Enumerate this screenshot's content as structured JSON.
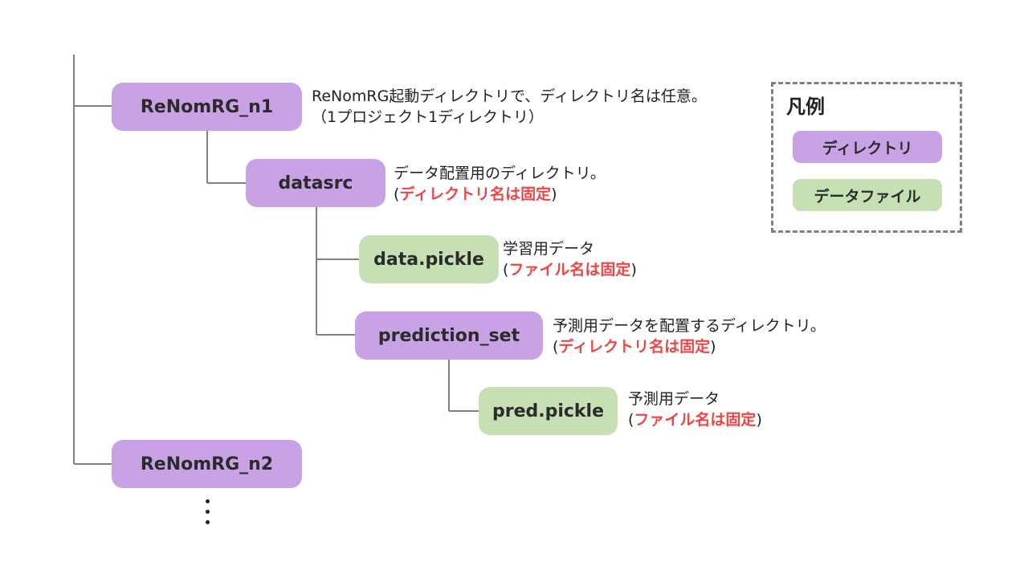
{
  "colors": {
    "directory": "#c8a2e4",
    "data_file": "#c6e0b4",
    "emphasis": "#ee4444",
    "connector": "#808080"
  },
  "nodes": {
    "renomrg_n1": "ReNomRG_n1",
    "datasrc": "datasrc",
    "data_pickle": "data.pickle",
    "prediction_set": "prediction_set",
    "pred_pickle": "pred.pickle",
    "renomrg_n2": "ReNomRG_n2"
  },
  "descriptions": {
    "renomrg_n1": {
      "line1": "ReNomRG起動ディレクトリで、ディレクトリ名は任意。",
      "line2": "（1プロジェクト1ディレクトリ）"
    },
    "datasrc": {
      "line1": "データ配置用のディレクトリ。",
      "open": "(",
      "emphasis": "ディレクトリ名は固定",
      "close": ")"
    },
    "data_pickle": {
      "line1": "学習用データ",
      "open": "(",
      "emphasis": "ファイル名は固定",
      "close": ")"
    },
    "prediction_set": {
      "line1": "予測用データを配置するディレクトリ。",
      "open": "(",
      "emphasis": "ディレクトリ名は固定",
      "close": ")"
    },
    "pred_pickle": {
      "line1": "予測用データ",
      "open": "(",
      "emphasis": "ファイル名は固定",
      "close": ")"
    }
  },
  "legend": {
    "title": "凡例",
    "directory_label": "ディレクトリ",
    "file_label": "データファイル"
  }
}
